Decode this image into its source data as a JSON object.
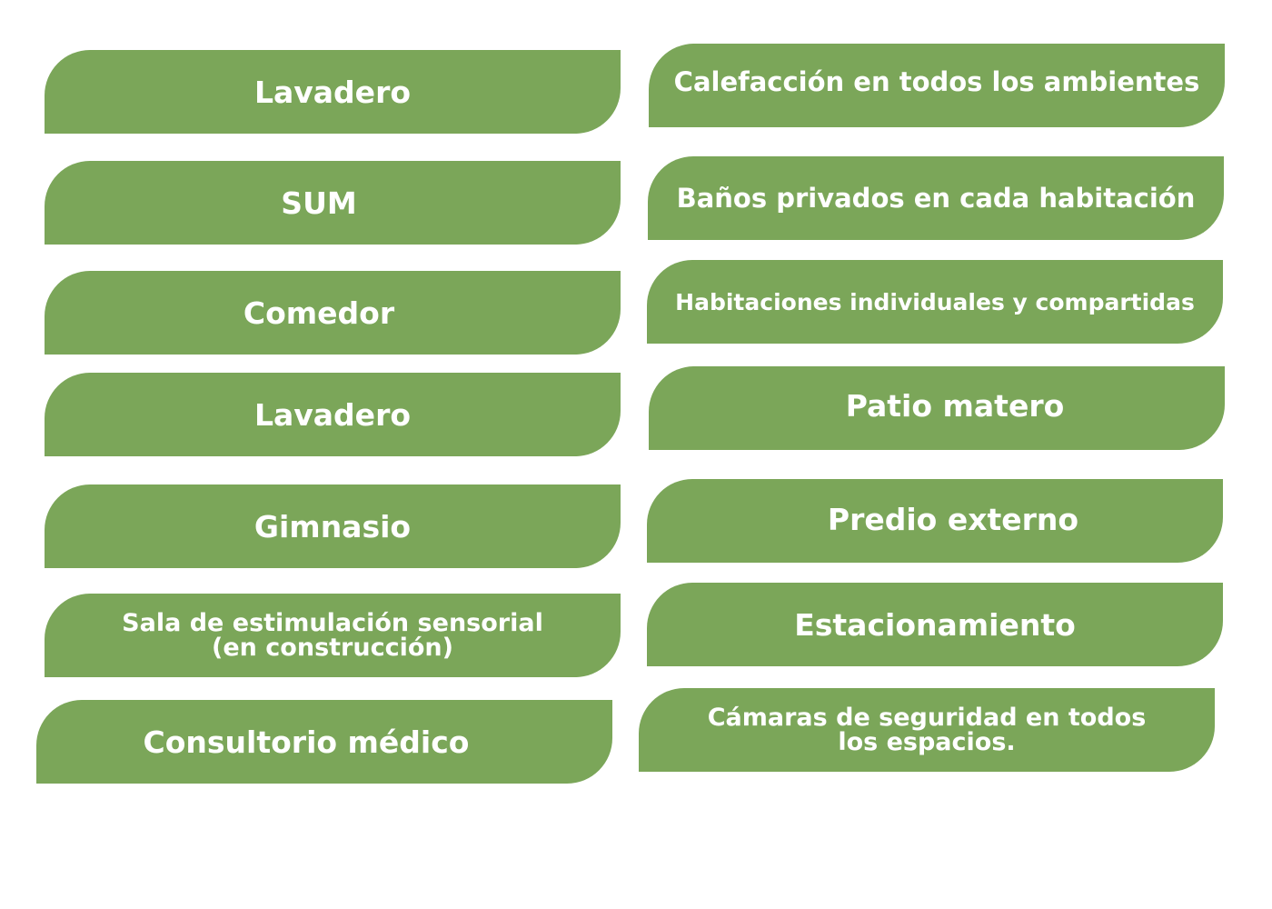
{
  "left_column": [
    {
      "text": "Lavadero"
    },
    {
      "text": "SUM"
    },
    {
      "text": "Comedor"
    },
    {
      "text": "Lavadero"
    },
    {
      "text": "Gimnasio"
    },
    {
      "line1": "Sala de estimulación sensorial",
      "line2": "(en construcción)"
    },
    {
      "text": "Consultorio médico"
    }
  ],
  "right_column": [
    {
      "text": "Calefacción en todos los ambientes"
    },
    {
      "text": "Baños privados en cada habitación"
    },
    {
      "text": "Habitaciones individuales y compartidas"
    },
    {
      "text": "Patio matero"
    },
    {
      "text": "Predio externo"
    },
    {
      "text": "Estacionamiento"
    },
    {
      "line1": "Cámaras de seguridad en todos",
      "line2": "los espacios."
    }
  ],
  "colors": {
    "pill_fill": "#7ba659",
    "text": "#ffffff",
    "background": "#ffffff"
  }
}
